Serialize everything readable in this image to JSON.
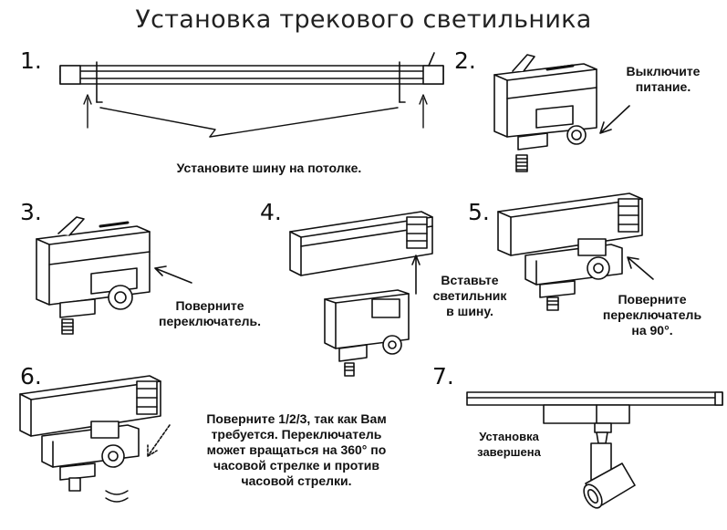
{
  "title": "Установка трекового светильника",
  "steps": [
    {
      "num": "1.",
      "text": [
        "Установите шину на потолке."
      ]
    },
    {
      "num": "2.",
      "text": [
        "Выключите",
        "питание."
      ]
    },
    {
      "num": "3.",
      "text": [
        "Поверните",
        "переключатель."
      ]
    },
    {
      "num": "4.",
      "text": [
        "Вставьте",
        "светильник",
        "в шину."
      ]
    },
    {
      "num": "5.",
      "text": [
        "Поверните",
        "переключатель",
        "на 90°."
      ]
    },
    {
      "num": "6.",
      "text": [
        "Поверните 1/2/3, так как Вам",
        "требуется. Переключатель",
        "может вращаться на 360° по",
        "часовой стрелке и против",
        "часовой стрелки."
      ]
    },
    {
      "num": "7.",
      "text": [
        "Установка",
        "завершена"
      ]
    }
  ]
}
